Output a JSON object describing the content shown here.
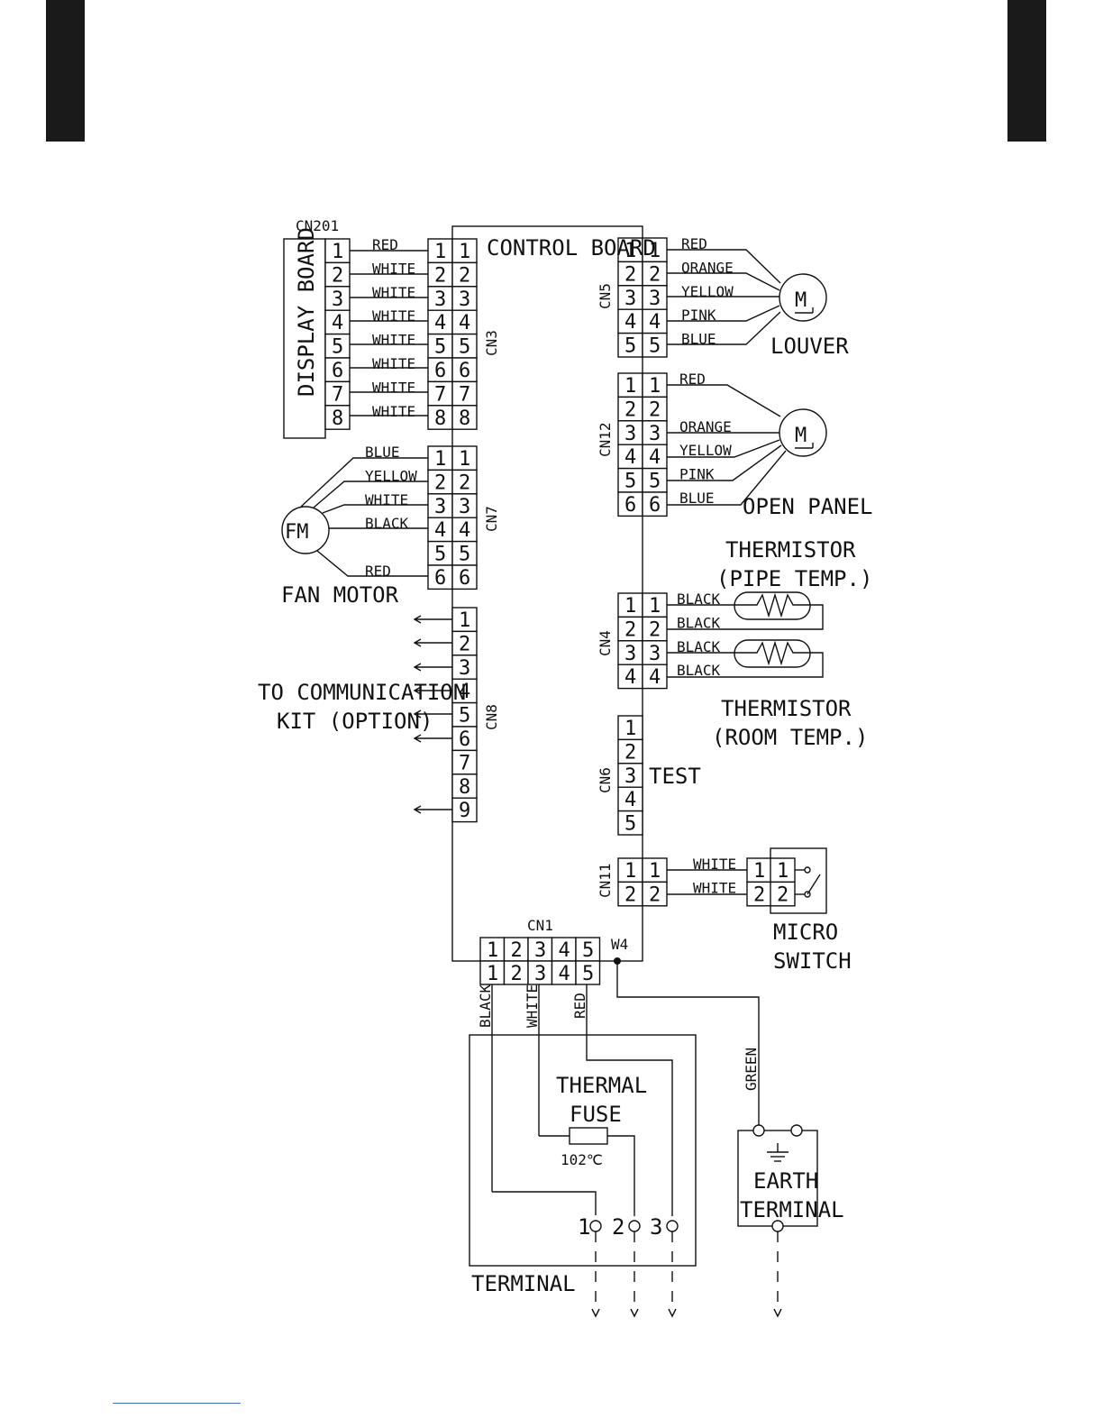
{
  "board": {
    "title": "CONTROL BOARD",
    "display_board": "DISPLAY BOARD",
    "cn201": "CN201"
  },
  "cn3": {
    "name": "CN3",
    "pins": [
      "1",
      "2",
      "3",
      "4",
      "5",
      "6",
      "7",
      "8"
    ],
    "wires": [
      "RED",
      "WHITE",
      "WHITE",
      "WHITE",
      "WHITE",
      "WHITE",
      "WHITE",
      "WHITE"
    ]
  },
  "cn7": {
    "name": "CN7",
    "pins": [
      "1",
      "2",
      "3",
      "4",
      "5",
      "6"
    ],
    "wires": [
      "BLUE",
      "YELLOW",
      "WHITE",
      "BLACK",
      "",
      "RED"
    ],
    "motor_symbol": "FM",
    "device": "FAN MOTOR"
  },
  "cn8": {
    "name": "CN8",
    "pins": [
      "1",
      "2",
      "3",
      "4",
      "5",
      "6",
      "7",
      "8",
      "9"
    ],
    "label_line1": "TO COMMUNICATION",
    "label_line2": "KIT (OPTION)"
  },
  "cn5": {
    "name": "CN5",
    "pins": [
      "1",
      "2",
      "3",
      "4",
      "5"
    ],
    "wires": [
      "RED",
      "ORANGE",
      "YELLOW",
      "PINK",
      "BLUE"
    ],
    "motor_symbol": "M",
    "device": "LOUVER"
  },
  "cn12": {
    "name": "CN12",
    "pins": [
      "1",
      "2",
      "3",
      "4",
      "5",
      "6"
    ],
    "wires": [
      "RED",
      "",
      "ORANGE",
      "YELLOW",
      "PINK",
      "BLUE"
    ],
    "motor_symbol": "M",
    "device": "OPEN PANEL"
  },
  "cn4": {
    "name": "CN4",
    "pins": [
      "1",
      "2",
      "3",
      "4"
    ],
    "wires": [
      "BLACK",
      "BLACK",
      "BLACK",
      "BLACK"
    ],
    "thermistor_pipe_line1": "THERMISTOR",
    "thermistor_pipe_line2": "(PIPE TEMP.)",
    "thermistor_room_line1": "THERMISTOR",
    "thermistor_room_line2": "(ROOM TEMP.)"
  },
  "cn6": {
    "name": "CN6",
    "pins": [
      "1",
      "2",
      "3",
      "4",
      "5"
    ],
    "label": "TEST"
  },
  "cn11": {
    "name": "CN11",
    "pins": [
      "1",
      "2"
    ],
    "wires": [
      "WHITE",
      "WHITE"
    ],
    "switch_line1": "MICRO",
    "switch_line2": "SWITCH"
  },
  "cn1": {
    "name": "CN1",
    "pins": [
      "1",
      "2",
      "3",
      "4",
      "5"
    ],
    "w4": "W4",
    "wires": [
      "BLACK",
      "WHITE",
      "RED"
    ],
    "ground_wire": "GREEN"
  },
  "terminal": {
    "label": "TERMINAL",
    "fuse_line1": "THERMAL",
    "fuse_line2": "FUSE",
    "fuse_rating": "102℃",
    "pins": [
      "1",
      "2",
      "3"
    ]
  },
  "earth": {
    "line1": "EARTH",
    "line2": "TERMINAL"
  },
  "colors": {
    "ink": "#111111",
    "tab": "#1a1a1a",
    "link": "#4a6fd1"
  }
}
